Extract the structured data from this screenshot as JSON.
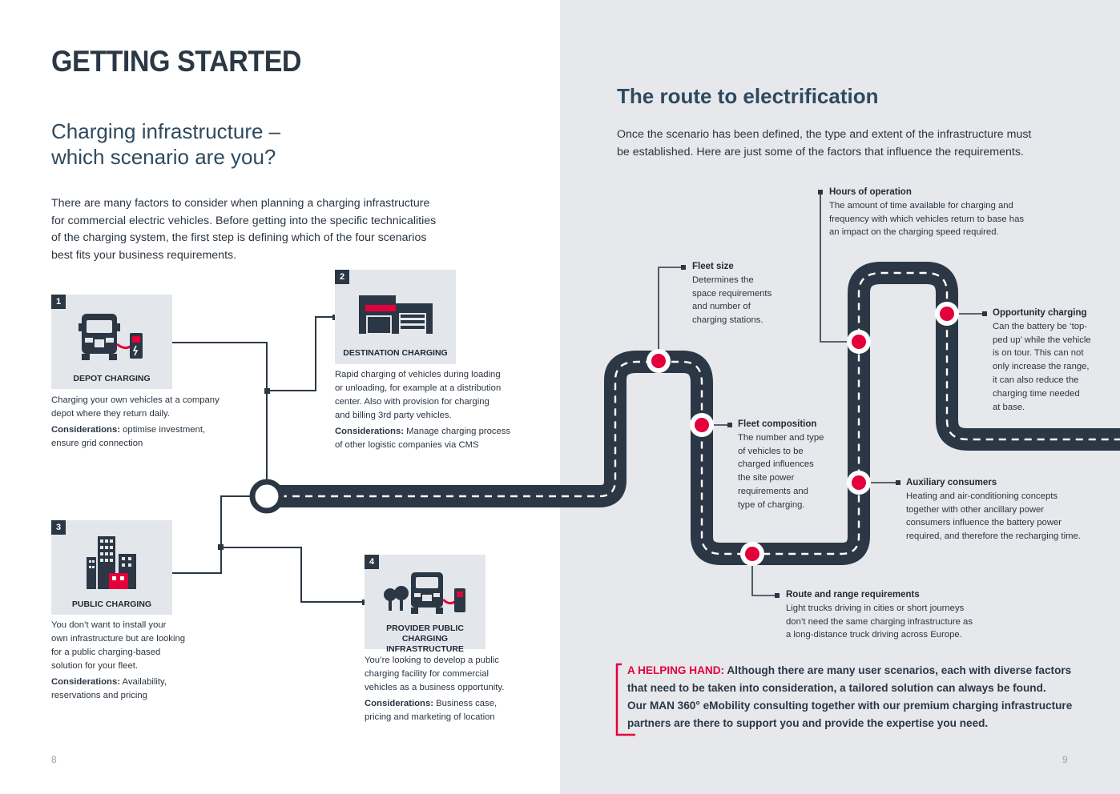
{
  "left": {
    "title": "GETTING STARTED",
    "subtitle_line1": "Charging infrastructure –",
    "subtitle_line2": "which scenario are you?",
    "intro_lines": [
      "There are many factors to consider when planning a charging infrastructure",
      "for commercial electric vehicles. Before getting into the specific technicalities",
      "of the charging system, the first step is defining which of the four scenarios",
      "best fits your business requirements."
    ],
    "scenarios": [
      {
        "number": "1",
        "label": "DEPOT CHARGING",
        "desc_lines": [
          "Charging your own vehicles at a company",
          "depot where they return daily."
        ],
        "consider_label": "Considerations:",
        "consider_lines": [
          " optimise investment,",
          "ensure grid connection"
        ]
      },
      {
        "number": "2",
        "label": "DESTINATION CHARGING",
        "desc_lines": [
          "Rapid charging of vehicles during loading",
          "or unloading, for example at a distribution",
          "center. Also with provision for charging",
          "and billing 3rd party vehicles."
        ],
        "consider_label": "Considerations:",
        "consider_lines": [
          " Manage charging process",
          "of other logistic companies via CMS"
        ]
      },
      {
        "number": "3",
        "label": "PUBLIC CHARGING",
        "desc_lines": [
          "You don’t want to install your",
          "own infrastructure but are looking",
          "for a public charging-based",
          "solution for your fleet."
        ],
        "consider_label": "Considerations:",
        "consider_lines": [
          " Availability,",
          "reservations and pricing"
        ]
      },
      {
        "number": "4",
        "label_line1": "PROVIDER PUBLIC",
        "label_line2": "CHARGING INFRASTRUCTURE",
        "desc_lines": [
          "You’re looking to develop a public",
          "charging facility for commercial",
          "vehicles as a business opportunity."
        ],
        "consider_label": "Considerations:",
        "consider_lines": [
          " Business case,",
          "pricing and marketing of location"
        ]
      }
    ],
    "page_number": "8"
  },
  "right": {
    "title": "The route to electrification",
    "intro_lines": [
      "Once the scenario has been defined, the type and extent of the infrastructure must",
      "be established. Here are just some of the factors that influence the requirements."
    ],
    "factors": {
      "hours": {
        "title": "Hours of operation",
        "lines": [
          "The amount of time available for charging and",
          "frequency with which vehicles return to base has",
          "an impact on the charging speed required."
        ]
      },
      "fleet_size": {
        "title": "Fleet size",
        "lines": [
          "Determines the",
          "space requirements",
          "and number of",
          "charging stations."
        ]
      },
      "opportunity": {
        "title": "Opportunity charging",
        "lines": [
          "Can the battery be ‘top-",
          "ped up’ while the vehicle",
          "is on tour. This can not",
          "only increase the range,",
          "it can also reduce the",
          "charging time needed",
          "at base."
        ]
      },
      "composition": {
        "title": "Fleet composition",
        "lines": [
          "The number and type",
          "of vehicles to be",
          "charged influences",
          "the site power",
          "requirements and",
          "type of charging."
        ]
      },
      "auxiliary": {
        "title": "Auxiliary consumers",
        "lines": [
          "Heating and air-conditioning concepts",
          "together with other ancillary power",
          "consumers influence the battery power",
          "required, and therefore the recharging time."
        ]
      },
      "route": {
        "title": "Route and range requirements",
        "lines": [
          "Light trucks driving in cities or short journeys",
          "don’t need the same charging infrastructure as",
          "a long-distance truck driving across Europe."
        ]
      }
    },
    "helping": {
      "lead": "A HELPING HAND:",
      "line1": " Although there are many user scenarios, each with diverse factors",
      "line2": "that need to be taken into consideration, a tailored solution can always be found.",
      "line3": "Our MAN 360° eMobility consulting together with our premium charging infrastructure",
      "line4": "partners are there to support you and provide the expertise you need."
    },
    "page_number": "9"
  },
  "colors": {
    "accent": "#e4003a",
    "dark": "#2b3744",
    "panel": "#e6e8ec"
  }
}
